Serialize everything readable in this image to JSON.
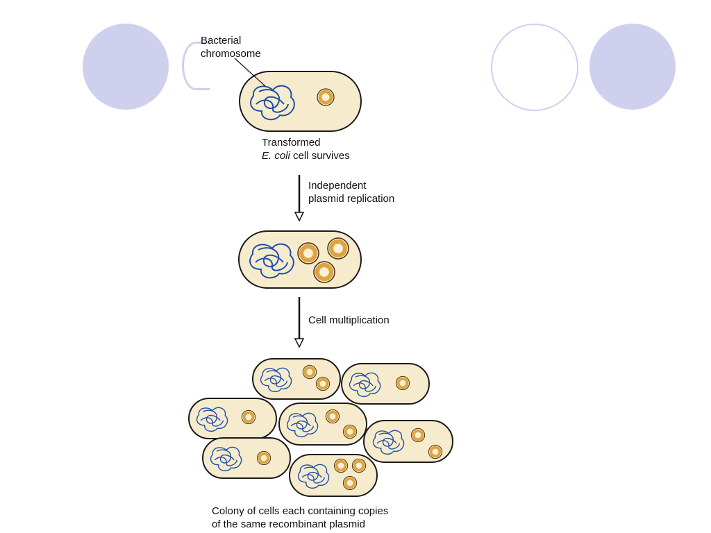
{
  "labels": {
    "bacterial_chromosome_line1": "Bacterial",
    "bacterial_chromosome_line2": "chromosome",
    "transformed_line1": "Transformed",
    "transformed_line2_italic": "E. coli",
    "transformed_line2_rest": " cell survives",
    "step1_line1": "Independent",
    "step1_line2": "plasmid replication",
    "step2": "Cell multiplication",
    "colony_line1": "Colony of cells each containing copies",
    "colony_line2": "of the same recombinant plasmid"
  },
  "colors": {
    "cell_fill": "#f6eccd",
    "cell_stroke": "#1a1a1a",
    "chromosome": "#1f4fa8",
    "plasmid": "#e0a340",
    "decor_circle": "#cfd0ee"
  }
}
